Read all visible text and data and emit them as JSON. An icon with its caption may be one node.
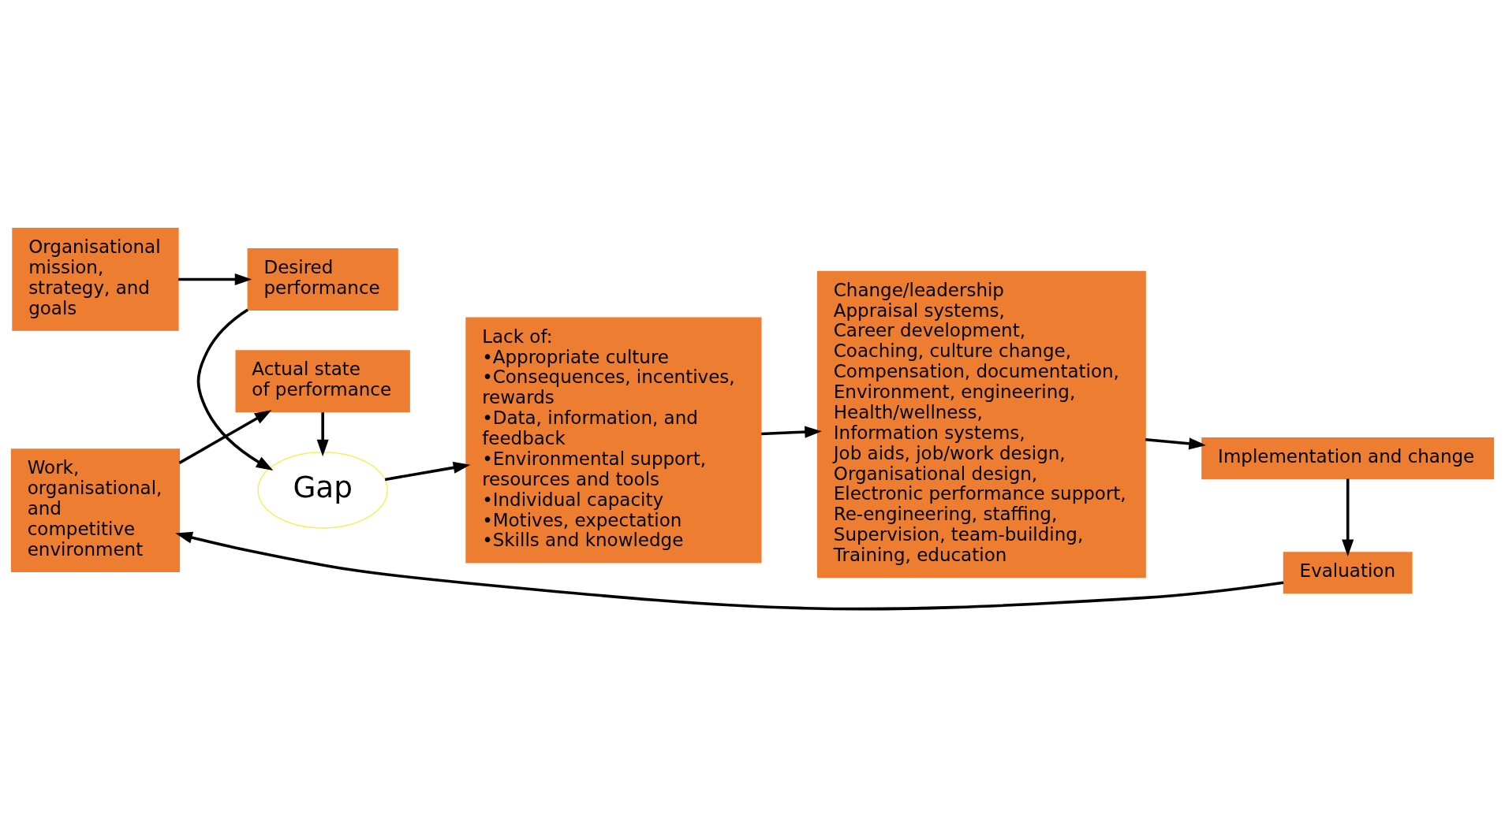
{
  "diagram": {
    "nodes": [
      {
        "text": [
          "Organisational mission, strategy, and goals"
        ]
      },
      {
        "text": [
          "Desired performance"
        ]
      },
      {
        "text": [
          "Gap"
        ]
      },
      {
        "text": [
          "Lack of:",
          "•Appropriate culture",
          "•Consequences, incentives,  rewards",
          "•Data, information, and feedback",
          "•Environmental support, resources and tools",
          "•Individual capacity",
          "•Motives, expectation",
          "•Skills and knowledge"
        ]
      },
      {
        "text": [
          "Change/leadership",
          "Appraisal systems,",
          "Career development,",
          "Coaching, culture change,",
          "Compensation, documentation,",
          "Environment, engineering,",
          "Health/wellness,",
          "Information systems,",
          "Job aids, job/work design,",
          "Organisational design,",
          "Electronic performance support,",
          "Re-engineering, staffing,",
          "Supervision, team-building,",
          "Training, education"
        ]
      },
      {
        "text": [
          "Work, organisational, and competitive environment"
        ]
      },
      {
        "text": [
          "Actual state of performance"
        ]
      },
      {
        "text": [
          "Implementation and change"
        ]
      },
      {
        "text": [
          "Evaluation"
        ]
      }
    ],
    "edges": [
      {
        "from": 0,
        "to": 1,
        "arrow": "to"
      },
      {
        "from": 1,
        "to": 2,
        "arrow": "to"
      },
      {
        "from": 6,
        "to": 2,
        "arrow": "to"
      },
      {
        "from": 2,
        "to": 3,
        "arrow": "to"
      },
      {
        "from": 3,
        "to": 4,
        "arrow": "to"
      },
      {
        "from": 5,
        "to": 6,
        "arrow": "to"
      },
      {
        "from": 4,
        "to": 7,
        "arrow": "to"
      },
      {
        "from": 7,
        "to": 8,
        "arrow": "to"
      },
      {
        "from": 8,
        "to": 5,
        "arrow": "to"
      }
    ]
  }
}
